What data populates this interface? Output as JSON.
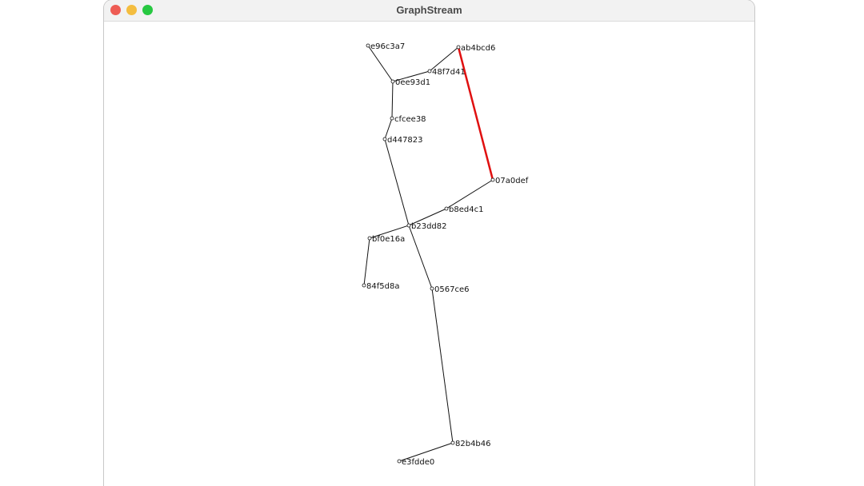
{
  "window": {
    "title": "GraphStream",
    "controls": {
      "close_color": "#ee5c54",
      "minimize_color": "#f4bd3f",
      "maximize_color": "#27c841"
    }
  },
  "graph": {
    "node_fill": "#ffffff",
    "node_stroke": "#111111",
    "edge_color": "#111111",
    "highlight_color": "#e01010",
    "nodes": [
      {
        "id": "e96c3a7"
      },
      {
        "id": "ab4bcd6"
      },
      {
        "id": "48f7d41"
      },
      {
        "id": "0ee93d1"
      },
      {
        "id": "cfcee38"
      },
      {
        "id": "d447823"
      },
      {
        "id": "07a0def"
      },
      {
        "id": "b8ed4c1"
      },
      {
        "id": "b23dd82"
      },
      {
        "id": "bf0e16a"
      },
      {
        "id": "84f5d8a"
      },
      {
        "id": "0567ce6"
      },
      {
        "id": "82b4b46"
      },
      {
        "id": "e3fdde0"
      }
    ],
    "edges": [
      {
        "from": "e96c3a7",
        "to": "0ee93d1",
        "highlighted": false
      },
      {
        "from": "0ee93d1",
        "to": "48f7d41",
        "highlighted": false
      },
      {
        "from": "48f7d41",
        "to": "ab4bcd6",
        "highlighted": false
      },
      {
        "from": "ab4bcd6",
        "to": "07a0def",
        "highlighted": true
      },
      {
        "from": "0ee93d1",
        "to": "cfcee38",
        "highlighted": false
      },
      {
        "from": "cfcee38",
        "to": "d447823",
        "highlighted": false
      },
      {
        "from": "d447823",
        "to": "b23dd82",
        "highlighted": false
      },
      {
        "from": "07a0def",
        "to": "b8ed4c1",
        "highlighted": false
      },
      {
        "from": "b8ed4c1",
        "to": "b23dd82",
        "highlighted": false
      },
      {
        "from": "b23dd82",
        "to": "bf0e16a",
        "highlighted": false
      },
      {
        "from": "bf0e16a",
        "to": "84f5d8a",
        "highlighted": false
      },
      {
        "from": "b23dd82",
        "to": "0567ce6",
        "highlighted": false
      },
      {
        "from": "0567ce6",
        "to": "82b4b46",
        "highlighted": false
      },
      {
        "from": "82b4b46",
        "to": "e3fdde0",
        "highlighted": false
      }
    ]
  }
}
